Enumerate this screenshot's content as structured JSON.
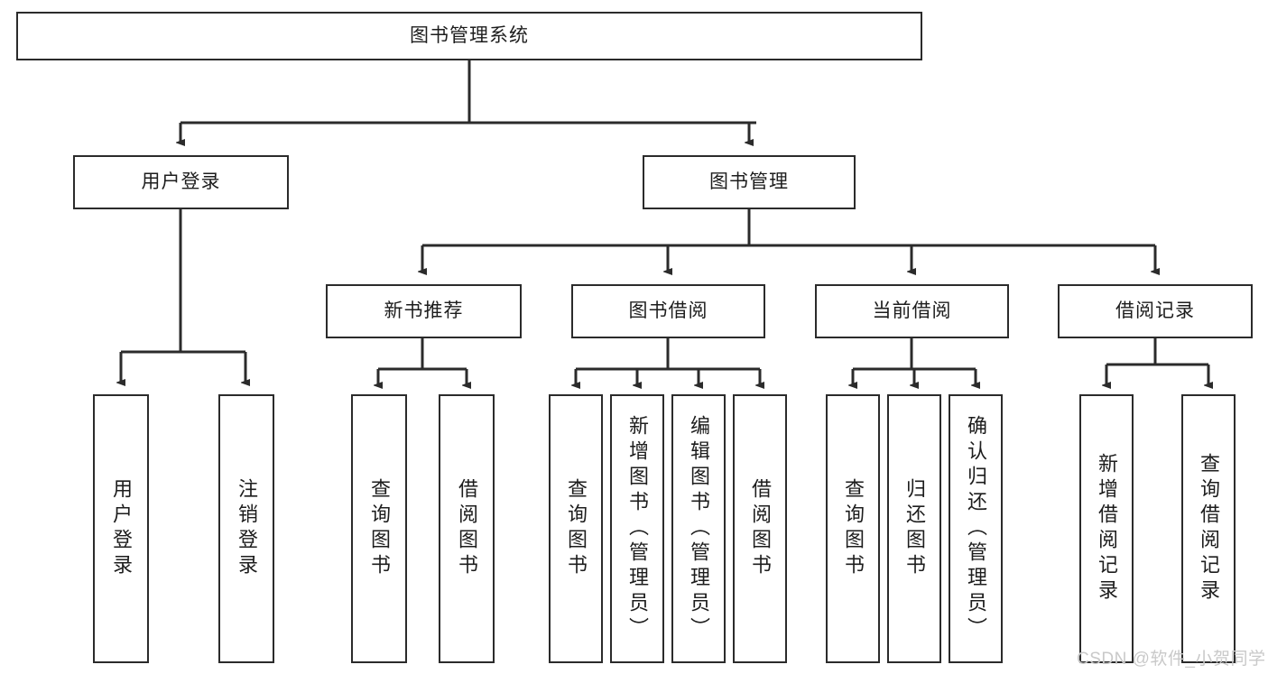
{
  "diagram": {
    "title": "图书管理系统",
    "type": "tree",
    "watermark": "CSDN @软件_小贺同学",
    "colors": {
      "box_border": "#2b2b2b",
      "box_fill": "#ffffff",
      "connector": "#2b2b2b",
      "text": "#1d1d1d",
      "watermark": "#c9c9c9"
    },
    "levels": {
      "root": "图书管理系统",
      "level2": [
        "用户登录",
        "图书管理"
      ],
      "level3": [
        "新书推荐",
        "图书借阅",
        "当前借阅",
        "借阅记录"
      ]
    },
    "nodes": {
      "root": {
        "label": "图书管理系统",
        "orientation": "horizontal"
      },
      "user_login": {
        "label": "用户登录",
        "orientation": "horizontal"
      },
      "book_manage": {
        "label": "图书管理",
        "orientation": "horizontal"
      },
      "new_book_rec": {
        "label": "新书推荐",
        "orientation": "horizontal"
      },
      "book_borrow": {
        "label": "图书借阅",
        "orientation": "horizontal"
      },
      "current_borrow": {
        "label": "当前借阅",
        "orientation": "horizontal"
      },
      "borrow_record": {
        "label": "借阅记录",
        "orientation": "horizontal"
      },
      "leaf_user_login": {
        "label": "用户登录",
        "orientation": "vertical"
      },
      "leaf_logout": {
        "label": "注销登录",
        "orientation": "vertical"
      },
      "leaf_query_book_1": {
        "label": "查询图书",
        "orientation": "vertical"
      },
      "leaf_borrow_book_1": {
        "label": "借阅图书",
        "orientation": "vertical"
      },
      "leaf_query_book_2": {
        "label": "查询图书",
        "orientation": "vertical"
      },
      "leaf_add_book": {
        "label": "新增图书（管理员）",
        "orientation": "vertical"
      },
      "leaf_edit_book": {
        "label": "编辑图书（管理员）",
        "orientation": "vertical"
      },
      "leaf_borrow_book_2": {
        "label": "借阅图书",
        "orientation": "vertical"
      },
      "leaf_query_book_3": {
        "label": "查询图书",
        "orientation": "vertical"
      },
      "leaf_return_book": {
        "label": "归还图书",
        "orientation": "vertical"
      },
      "leaf_confirm_return": {
        "label": "确认归还（管理员）",
        "orientation": "vertical"
      },
      "leaf_add_record": {
        "label": "新增借阅记录",
        "orientation": "vertical"
      },
      "leaf_query_record": {
        "label": "查询借阅记录",
        "orientation": "vertical"
      }
    },
    "edges": [
      {
        "from": "root",
        "to": "user_login"
      },
      {
        "from": "root",
        "to": "book_manage"
      },
      {
        "from": "user_login",
        "to": "leaf_user_login"
      },
      {
        "from": "user_login",
        "to": "leaf_logout"
      },
      {
        "from": "book_manage",
        "to": "new_book_rec"
      },
      {
        "from": "book_manage",
        "to": "book_borrow"
      },
      {
        "from": "book_manage",
        "to": "current_borrow"
      },
      {
        "from": "book_manage",
        "to": "borrow_record"
      },
      {
        "from": "new_book_rec",
        "to": "leaf_query_book_1"
      },
      {
        "from": "new_book_rec",
        "to": "leaf_borrow_book_1"
      },
      {
        "from": "book_borrow",
        "to": "leaf_query_book_2"
      },
      {
        "from": "book_borrow",
        "to": "leaf_add_book"
      },
      {
        "from": "book_borrow",
        "to": "leaf_edit_book"
      },
      {
        "from": "book_borrow",
        "to": "leaf_borrow_book_2"
      },
      {
        "from": "current_borrow",
        "to": "leaf_query_book_3"
      },
      {
        "from": "current_borrow",
        "to": "leaf_return_book"
      },
      {
        "from": "current_borrow",
        "to": "leaf_confirm_return"
      },
      {
        "from": "borrow_record",
        "to": "leaf_add_record"
      },
      {
        "from": "borrow_record",
        "to": "leaf_query_record"
      }
    ]
  }
}
